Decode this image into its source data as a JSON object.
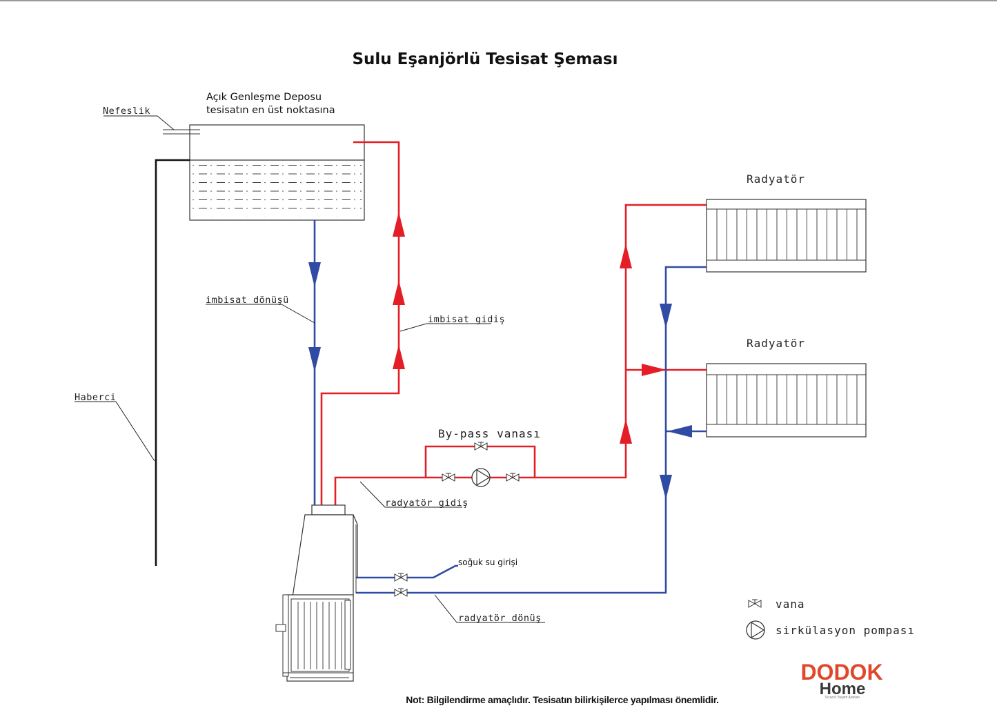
{
  "title": "Sulu Eşanjörlü Tesisat Şeması",
  "labels": {
    "tank_line1": "Açık Genleşme Deposu",
    "tank_line2": "tesisatın en üst noktasına",
    "nefeslik": "Nefeslik",
    "imbisat_donusu": "imbisat dönüşü",
    "imbisat_gidis": "imbisat gidiş",
    "haberci": "Haberci",
    "radyator_top": "Radyatör",
    "radyator_bottom": "Radyatör",
    "bypass": "By-pass vanası",
    "radyator_gidis": "radyatör gidiş",
    "soguk_su": "soğuk su girişi",
    "radyator_donus": "radyatör dönüş"
  },
  "legend": {
    "vana": "vana",
    "pompa": "sirkülasyon pompası"
  },
  "footer_note": "Not: Bilgilendirme amaçlıdır. Tesisatın bilirkişilerce yapılması önemlidir.",
  "logo": {
    "brand": "DODOK",
    "sub": "Home",
    "tagline": "Sıcacık Yaşam Alanları"
  },
  "colors": {
    "hot_pipe": "#e41e26",
    "cold_pipe": "#2f4ba3",
    "brand": "#e0482b"
  },
  "icons": [
    "valve-icon",
    "pump-icon",
    "flow-arrow-icon"
  ]
}
